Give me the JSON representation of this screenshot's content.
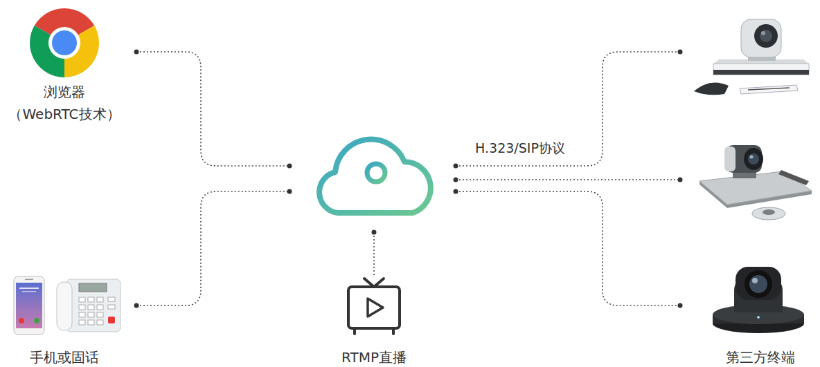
{
  "diagram": {
    "nodes": [
      {
        "text": [
          "浏览器 （WebRTC技术）"
        ]
      },
      {
        "text": [
          "手机或固话"
        ]
      },
      {
        "text": []
      },
      {
        "text": [
          "RTMP直播"
        ]
      },
      {
        "text": []
      },
      {
        "text": []
      },
      {
        "text": [
          "第三方终端"
        ]
      }
    ],
    "edges": [
      {
        "from": 0,
        "to": 2,
        "arrow": "none"
      },
      {
        "from": 1,
        "to": 2,
        "arrow": "none"
      },
      {
        "from": 2,
        "to": 3,
        "arrow": "none"
      },
      {
        "from": 2,
        "to": 4,
        "label": "H.323/SIP协议",
        "arrow": "none"
      },
      {
        "from": 2,
        "to": 5,
        "arrow": "none"
      },
      {
        "from": 2,
        "to": 6,
        "arrow": "none"
      }
    ]
  }
}
